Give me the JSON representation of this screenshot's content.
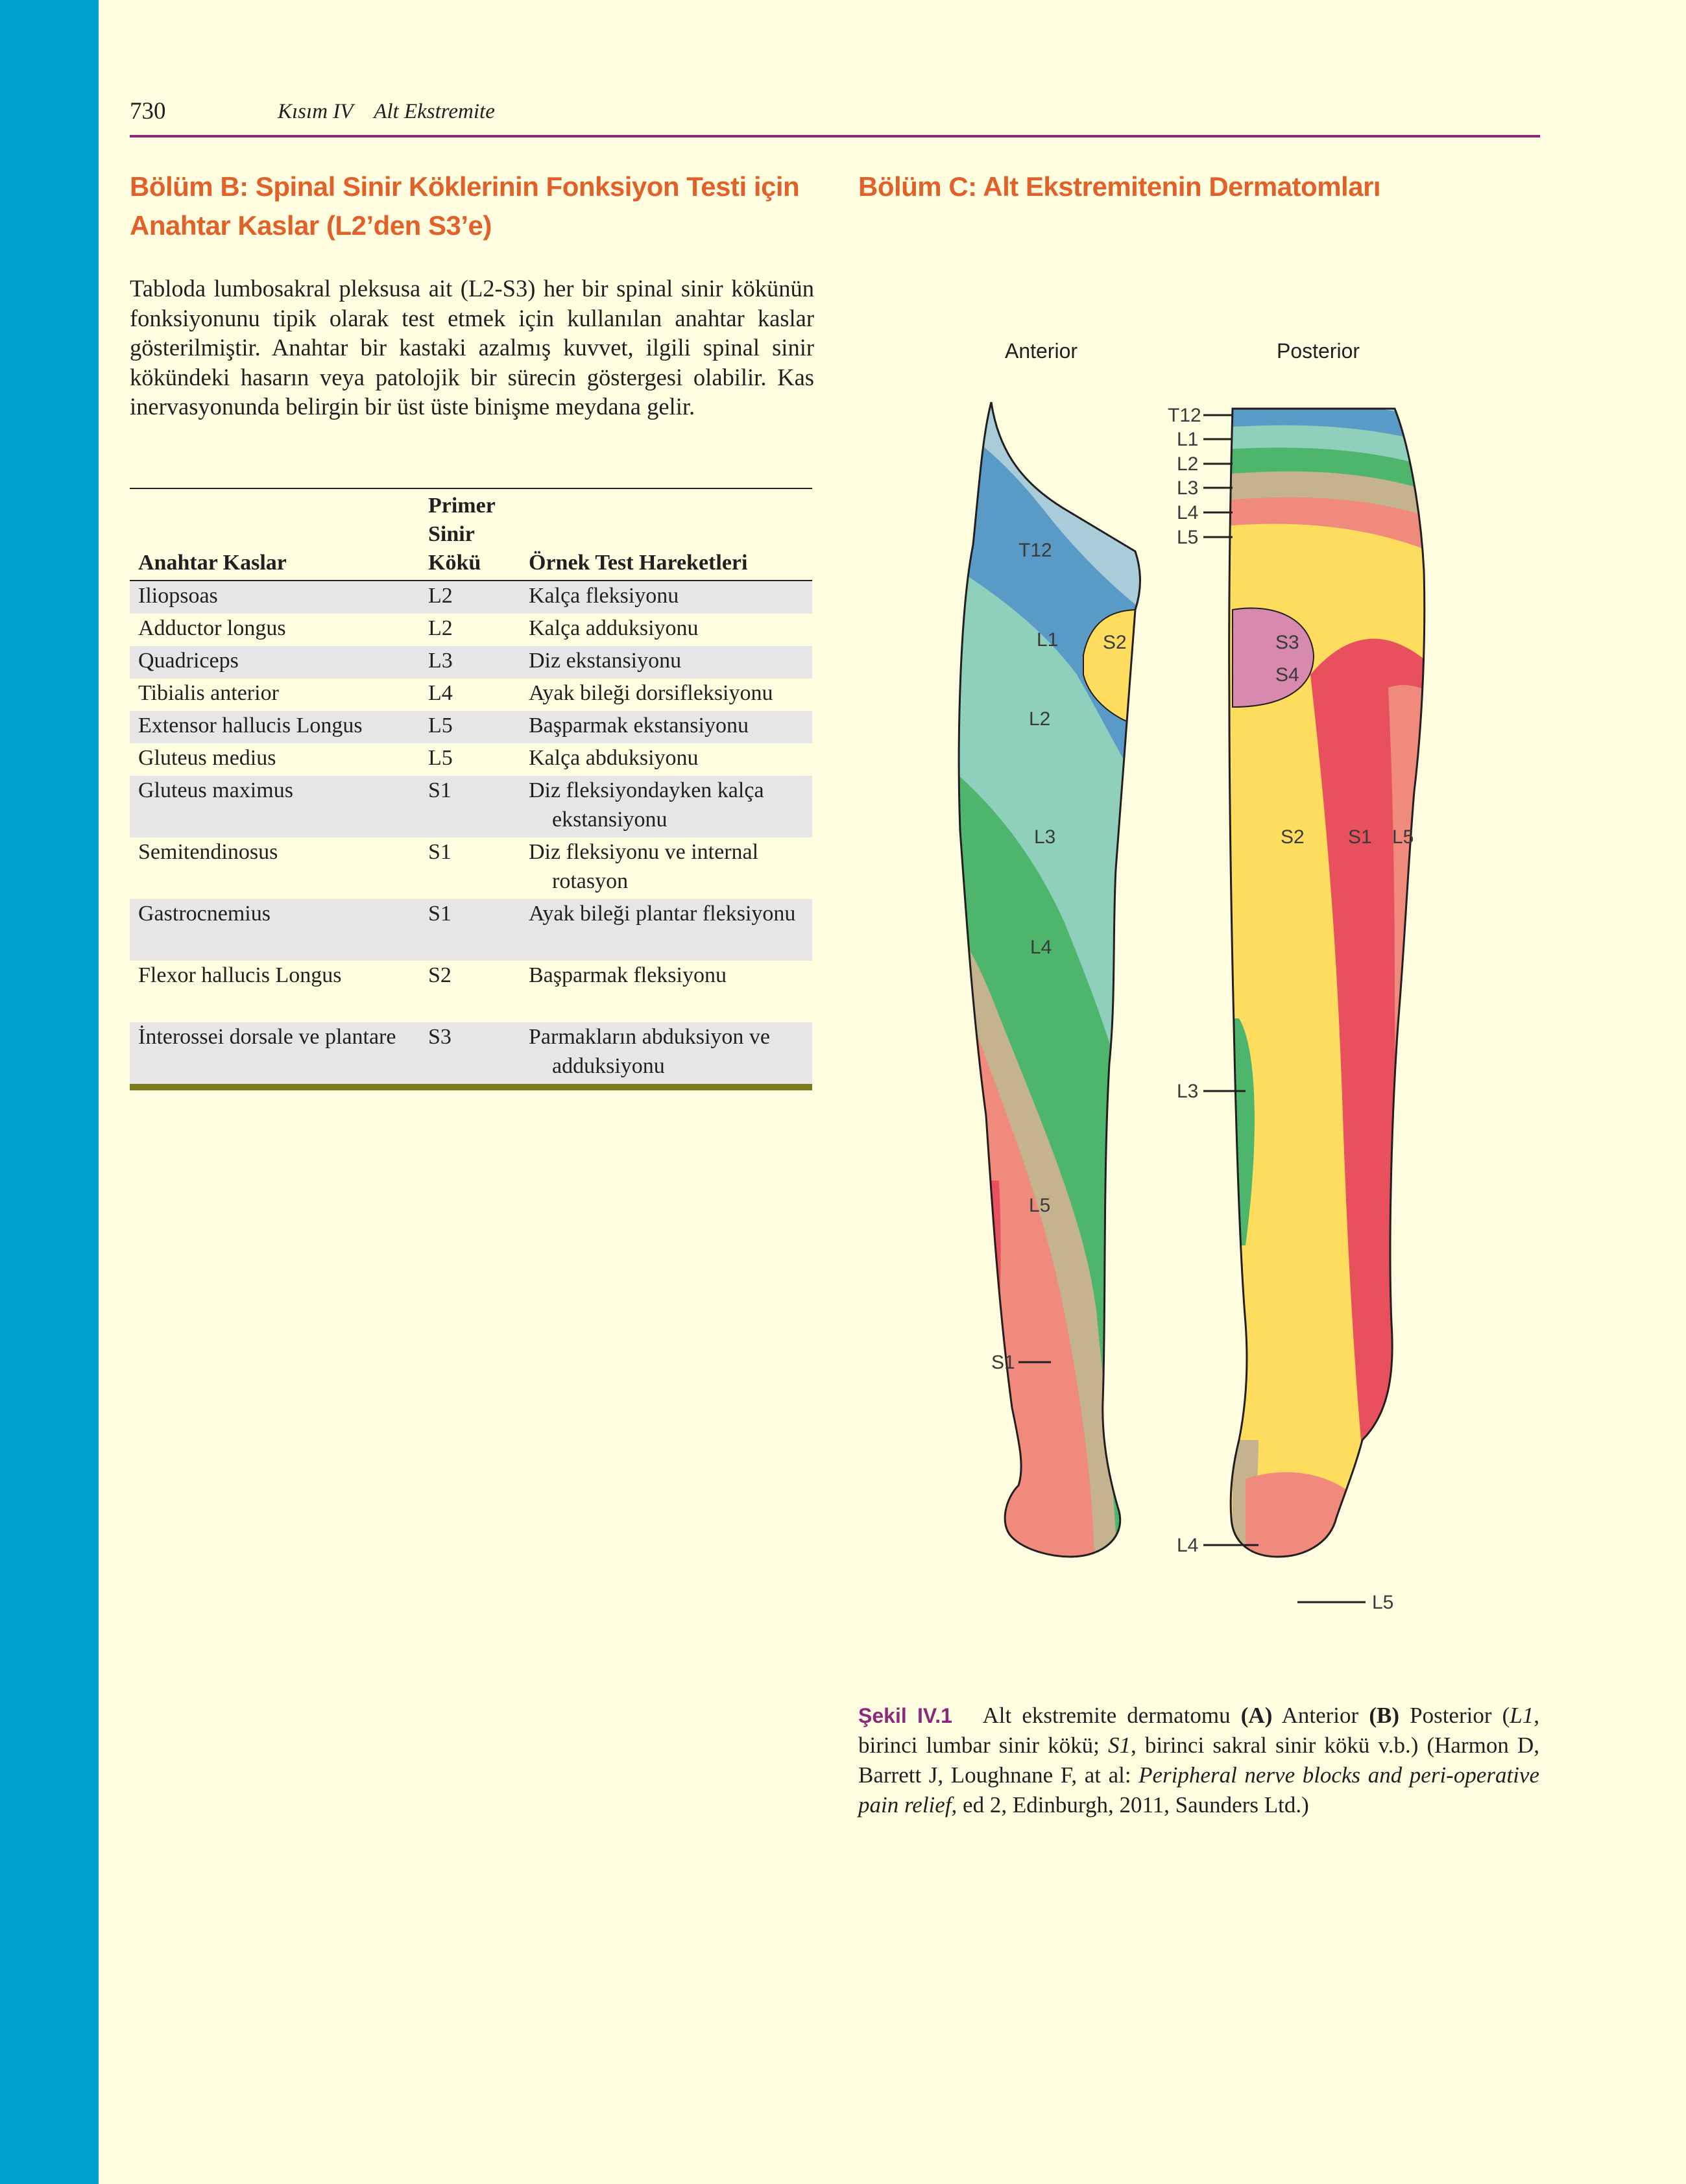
{
  "header": {
    "page_number": "730",
    "part": "Kısım IV    Alt Ekstremite"
  },
  "section_b": {
    "title": "Bölüm B: Spinal Sinir Köklerinin Fonksiyon Testi için Anahtar Kaslar (L2’den S3’e)",
    "intro": "Tabloda lumbosakral pleksusa ait (L2-S3) her bir spinal sinir kökünün fonksiyonunu tipik olarak test etmek için kullanılan anahtar kaslar gösterilmiştir. Anahtar bir kastaki azalmış kuvvet, ilgili spinal sinir kökündeki hasarın veya patolojik bir sürecin göstergesi olabilir. Kas inervasyonunda belirgin bir üst üste binişme meydana gelir.",
    "table": {
      "headers": [
        "Anahtar Kaslar",
        "Primer Sinir Kökü",
        "Örnek Test Hareketleri"
      ],
      "rows": [
        [
          "Iliopsoas",
          "L2",
          "Kalça fleksiyonu"
        ],
        [
          "Adductor longus",
          "L2",
          "Kalça adduksiyonu"
        ],
        [
          "Quadriceps",
          "L3",
          "Diz ekstansiyonu"
        ],
        [
          "Tibialis anterior",
          "L4",
          "Ayak bileği dorsifleksiyonu"
        ],
        [
          "Extensor hallucis Longus",
          "L5",
          "Başparmak ekstansiyonu"
        ],
        [
          "Gluteus medius",
          "L5",
          "Kalça abduksiyonu"
        ],
        [
          "Gluteus maximus",
          "S1",
          "Diz fleksiyondayken kalça ekstansiyonu"
        ],
        [
          "Semitendinosus",
          "S1",
          "Diz fleksiyonu ve internal rotasyon"
        ],
        [
          "Gastrocnemius",
          "S1",
          "Ayak bileği plantar fleksiyonu"
        ],
        [
          "Flexor hallucis Longus",
          "S2",
          "Başparmak fleksiyonu"
        ],
        [
          "İnterossei dorsale ve plantare",
          "S3",
          "Parmakların abduksiyon ve adduksiyonu"
        ]
      ]
    }
  },
  "section_c": {
    "title": "Bölüm C: Alt Ekstremitenin Dermatomları",
    "figure": {
      "anterior_label": "Anterior",
      "posterior_label": "Posterior",
      "anterior_labels": [
        "T12",
        "L1",
        "S2",
        "L2",
        "L3",
        "L4",
        "L5",
        "S1"
      ],
      "posterior_side_labels": [
        "T12",
        "L1",
        "L2",
        "L3",
        "L4",
        "L5",
        "L3",
        "L4",
        "L5"
      ],
      "posterior_inner_labels": [
        "S3",
        "S4",
        "S2",
        "S1",
        "L5"
      ],
      "colors": {
        "T12": "#a9ccd9",
        "L1": "#5a9ac7",
        "L2": "#8fd0bd",
        "L3": "#4db56c",
        "L4": "#c5b28f",
        "L5": "#f08a7c",
        "S1": "#e8505e",
        "S2": "#fedd5e",
        "S3S4": "#d78aae"
      }
    },
    "caption": {
      "label": "Şekil IV.1",
      "text_1": "Alt ekstremite dermatomu",
      "a": "(A)",
      "anterior": "Anterior",
      "b": "(B)",
      "posterior": "Posterior",
      "text_2a": "(",
      "l1": "L1",
      "text_2b": ", birinci lumbar sinir kökü; ",
      "s1": "S1",
      "text_2c": ", birinci sakral sinir kökü v.b.) (Harmon D, Barrett J, Loughnane F, at al: ",
      "source_title": "Peripheral nerve blocks and peri-operative pain relief,",
      "text_3": " ed 2, Edinburgh, 2011, Saunders Ltd.)"
    }
  }
}
